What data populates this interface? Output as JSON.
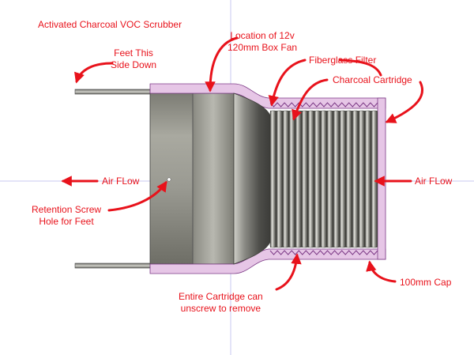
{
  "title": "Activated Charcoal VOC Scrubber",
  "labels": {
    "feet_line1": "Feet This",
    "feet_line2": "Side Down",
    "fan_line1": "Location of 12v",
    "fan_line2": "120mm Box Fan",
    "fiberglass": "Fiberglass Filter",
    "charcoal": "Charcoal Cartridge",
    "airflow_left": "Air FLow",
    "airflow_right": "Air FLow",
    "screw_line1": "Retention Screw",
    "screw_line2": "Hole for Feet",
    "cartridge_line1": "Entire Cartridge can",
    "cartridge_line2": "unscrew to remove",
    "cap": "100mm Cap"
  },
  "colors": {
    "label_text": "#e8121b",
    "arrow": "#e8121b",
    "section_fill": "#e6c6e6",
    "section_outline": "#7c3a86",
    "metal_base": "#9a9a90",
    "grid": "#c9c9f2",
    "background": "#ffffff"
  }
}
